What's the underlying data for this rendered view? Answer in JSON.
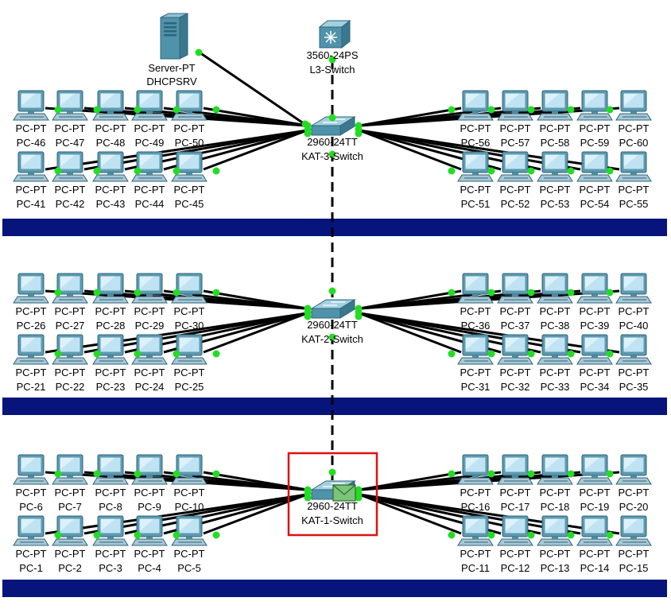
{
  "colors": {
    "floor_bar": "#06147c",
    "cable": "#000000",
    "link_light": "#22dd22",
    "switch_body": "#4f93ab",
    "pc_screen": "#bfe3f2",
    "selection_box": "#e01010",
    "pdu_envelope": "#7cc47a"
  },
  "server": {
    "model": "Server-PT",
    "name": "DHCPSRV",
    "icon": "server-tower-icon"
  },
  "core": {
    "model": "3560-24PS",
    "name": "L3-Switch",
    "icon": "multilayer-switch-icon"
  },
  "pdu": {
    "icon": "pdu-envelope-icon",
    "on_switch": "KAT-1-Switch"
  },
  "floors": [
    {
      "switch": {
        "model": "2960-24TT",
        "name": "KAT-3-Switch",
        "icon": "switch-icon",
        "selected": false
      },
      "left_top": [
        {
          "model": "PC-PT",
          "name": "PC-46"
        },
        {
          "model": "PC-PT",
          "name": "PC-47"
        },
        {
          "model": "PC-PT",
          "name": "PC-48"
        },
        {
          "model": "PC-PT",
          "name": "PC-49"
        },
        {
          "model": "PC-PT",
          "name": "PC-50"
        }
      ],
      "left_bottom": [
        {
          "model": "PC-PT",
          "name": "PC-41"
        },
        {
          "model": "PC-PT",
          "name": "PC-42"
        },
        {
          "model": "PC-PT",
          "name": "PC-43"
        },
        {
          "model": "PC-PT",
          "name": "PC-44"
        },
        {
          "model": "PC-PT",
          "name": "PC-45"
        }
      ],
      "right_top": [
        {
          "model": "PC-PT",
          "name": "PC-56"
        },
        {
          "model": "PC-PT",
          "name": "PC-57"
        },
        {
          "model": "PC-PT",
          "name": "PC-58"
        },
        {
          "model": "PC-PT",
          "name": "PC-59"
        },
        {
          "model": "PC-PT",
          "name": "PC-60"
        }
      ],
      "right_bottom": [
        {
          "model": "PC-PT",
          "name": "PC-51"
        },
        {
          "model": "PC-PT",
          "name": "PC-52"
        },
        {
          "model": "PC-PT",
          "name": "PC-53"
        },
        {
          "model": "PC-PT",
          "name": "PC-54"
        },
        {
          "model": "PC-PT",
          "name": "PC-55"
        }
      ]
    },
    {
      "switch": {
        "model": "2960-24TT",
        "name": "KAT-2-Switch",
        "icon": "switch-icon",
        "selected": false
      },
      "left_top": [
        {
          "model": "PC-PT",
          "name": "PC-26"
        },
        {
          "model": "PC-PT",
          "name": "PC-27"
        },
        {
          "model": "PC-PT",
          "name": "PC-28"
        },
        {
          "model": "PC-PT",
          "name": "PC-29"
        },
        {
          "model": "PC-PT",
          "name": "PC-30"
        }
      ],
      "left_bottom": [
        {
          "model": "PC-PT",
          "name": "PC-21"
        },
        {
          "model": "PC-PT",
          "name": "PC-22"
        },
        {
          "model": "PC-PT",
          "name": "PC-23"
        },
        {
          "model": "PC-PT",
          "name": "PC-24"
        },
        {
          "model": "PC-PT",
          "name": "PC-25"
        }
      ],
      "right_top": [
        {
          "model": "PC-PT",
          "name": "PC-36"
        },
        {
          "model": "PC-PT",
          "name": "PC-37"
        },
        {
          "model": "PC-PT",
          "name": "PC-38"
        },
        {
          "model": "PC-PT",
          "name": "PC-39"
        },
        {
          "model": "PC-PT",
          "name": "PC-40"
        }
      ],
      "right_bottom": [
        {
          "model": "PC-PT",
          "name": "PC-31"
        },
        {
          "model": "PC-PT",
          "name": "PC-32"
        },
        {
          "model": "PC-PT",
          "name": "PC-33"
        },
        {
          "model": "PC-PT",
          "name": "PC-34"
        },
        {
          "model": "PC-PT",
          "name": "PC-35"
        }
      ]
    },
    {
      "switch": {
        "model": "2960-24TT",
        "name": "KAT-1-Switch",
        "icon": "switch-icon",
        "selected": true
      },
      "left_top": [
        {
          "model": "PC-PT",
          "name": "PC-6"
        },
        {
          "model": "PC-PT",
          "name": "PC-7"
        },
        {
          "model": "PC-PT",
          "name": "PC-8"
        },
        {
          "model": "PC-PT",
          "name": "PC-9"
        },
        {
          "model": "PC-PT",
          "name": "PC-10"
        }
      ],
      "left_bottom": [
        {
          "model": "PC-PT",
          "name": "PC-1"
        },
        {
          "model": "PC-PT",
          "name": "PC-2"
        },
        {
          "model": "PC-PT",
          "name": "PC-3"
        },
        {
          "model": "PC-PT",
          "name": "PC-4"
        },
        {
          "model": "PC-PT",
          "name": "PC-5"
        }
      ],
      "right_top": [
        {
          "model": "PC-PT",
          "name": "PC-16"
        },
        {
          "model": "PC-PT",
          "name": "PC-17"
        },
        {
          "model": "PC-PT",
          "name": "PC-18"
        },
        {
          "model": "PC-PT",
          "name": "PC-19"
        },
        {
          "model": "PC-PT",
          "name": "PC-20"
        }
      ],
      "right_bottom": [
        {
          "model": "PC-PT",
          "name": "PC-11"
        },
        {
          "model": "PC-PT",
          "name": "PC-12"
        },
        {
          "model": "PC-PT",
          "name": "PC-13"
        },
        {
          "model": "PC-PT",
          "name": "PC-14"
        },
        {
          "model": "PC-PT",
          "name": "PC-15"
        }
      ]
    }
  ]
}
